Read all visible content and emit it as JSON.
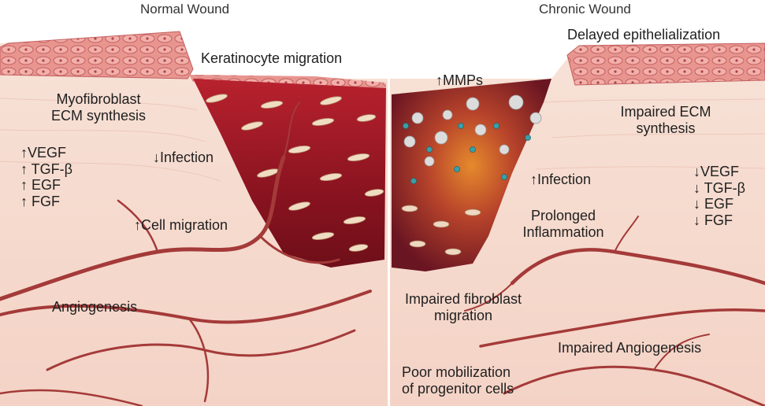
{
  "panels": {
    "left": {
      "title": "Normal Wound",
      "labels": {
        "keratinocyte": "Keratinocyte migration",
        "myofibroblast_1": "Myofibroblast",
        "myofibroblast_2": "ECM synthesis",
        "infection": "↓Infection",
        "cell_migration": "↑Cell migration",
        "angiogenesis": "Angiogenesis"
      },
      "factors": [
        "↑VEGF",
        "↑ TGF-β",
        "↑ EGF",
        "↑ FGF"
      ]
    },
    "right": {
      "title": "Chronic Wound",
      "labels": {
        "delayed": "Delayed epithelialization",
        "mmps": "↑MMPs",
        "impaired_ecm_1": "Impaired ECM",
        "impaired_ecm_2": "synthesis",
        "infection": "↑Infection",
        "prolonged_1": "Prolonged",
        "prolonged_2": "Inflammation",
        "fibroblast_1": "Impaired fibroblast",
        "fibroblast_2": "migration",
        "impaired_angio": "Impaired Angiogenesis",
        "poor_1": "Poor mobilization",
        "poor_2": "of progenitor cells"
      },
      "factors": [
        "↓VEGF",
        "↓ TGF-β",
        "↓ EGF",
        "↓ FGF"
      ]
    }
  },
  "colors": {
    "skin": "#f6ddd0",
    "epidermis": "#e58b86",
    "wound": "#8e1722",
    "vessel": "#a43a39"
  }
}
